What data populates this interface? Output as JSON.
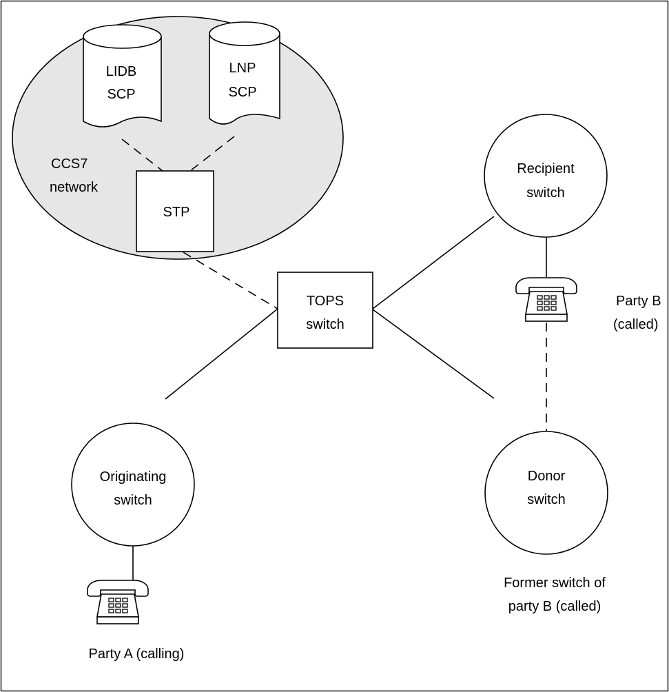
{
  "colors": {
    "cloud_fill": "#e6e6e6",
    "line": "#000000",
    "background": "#ffffff"
  },
  "network": {
    "line1": "CCS7",
    "line2": "network"
  },
  "lidb": {
    "line1": "LIDB",
    "line2": "SCP"
  },
  "lnp": {
    "line1": "LNP",
    "line2": "SCP"
  },
  "stp": {
    "label": "STP"
  },
  "tops": {
    "line1": "TOPS",
    "line2": "switch"
  },
  "recipient": {
    "line1": "Recipient",
    "line2": "switch"
  },
  "originating": {
    "line1": "Originating",
    "line2": "switch"
  },
  "donor": {
    "line1": "Donor",
    "line2": "switch"
  },
  "party_b": {
    "line1": "Party B",
    "line2": "(called)"
  },
  "party_a": {
    "label": "Party A (calling)"
  },
  "former": {
    "line1": "Former switch of",
    "line2": "party B (called)"
  },
  "icons": {
    "database": "database-cylinder-icon",
    "telephone": "desk-telephone-icon"
  }
}
